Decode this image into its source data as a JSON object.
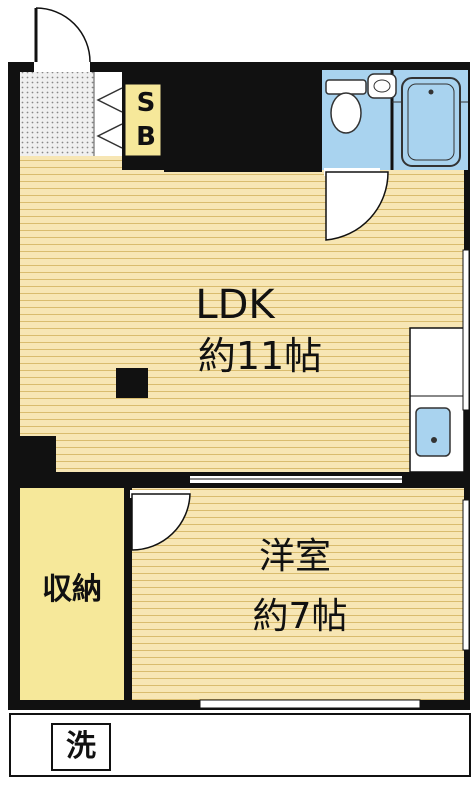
{
  "rooms": {
    "ldk": {
      "label": "LDK",
      "size": "約11帖"
    },
    "western": {
      "label": "洋室",
      "size": "約7帖"
    },
    "storage": {
      "label": "収納"
    },
    "shoe_box": {
      "letter1": "S",
      "letter2": "B"
    },
    "washer": {
      "label": "洗"
    }
  },
  "colors": {
    "floor": "#f7e6b4",
    "floor_line": "#d9bc6e",
    "wall": "#111111",
    "storage": "#f6e89a",
    "wet_area": "#a9d3ef",
    "entrance_tile": "#dddddd"
  }
}
